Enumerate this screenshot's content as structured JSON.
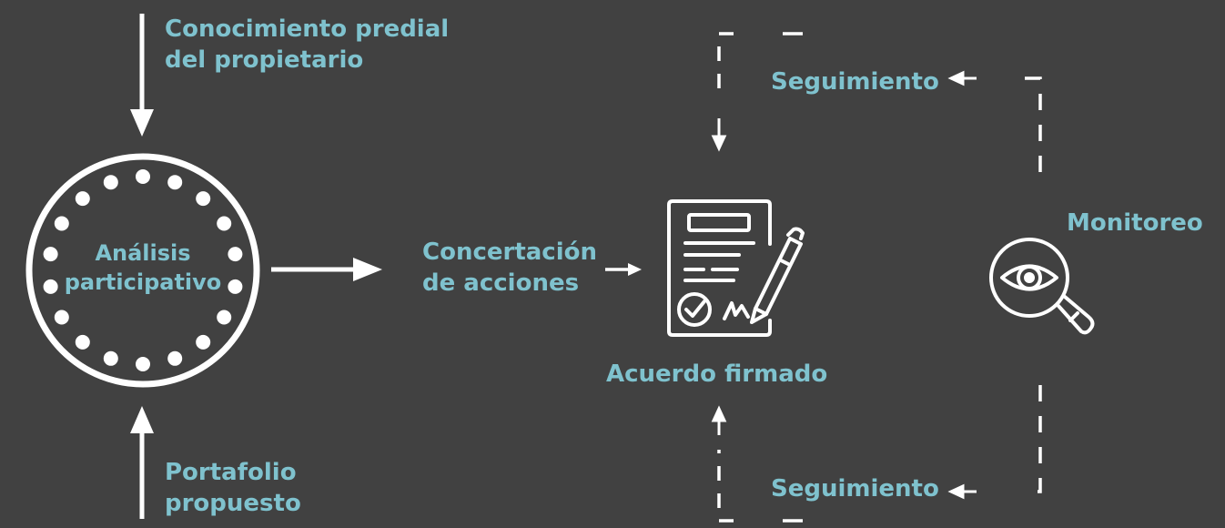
{
  "colors": {
    "background": "#414141",
    "label": "#7fc2ce",
    "lines": "#ffffff"
  },
  "icons": {
    "document": "signed-document-icon",
    "monitor": "magnifier-eye-icon"
  },
  "labels": {
    "owner_knowledge": [
      "Conocimiento predial",
      "del propietario"
    ],
    "analysis": [
      "Análisis",
      "participativo"
    ],
    "portfolio": [
      "Portafolio",
      "propuesto"
    ],
    "concertation": [
      "Concertación",
      "de acciones"
    ],
    "signed_agreement": "Acuerdo firmado",
    "follow_up_top": "Seguimiento",
    "monitoring": "Monitoreo",
    "follow_up_bottom": "Seguimiento"
  }
}
